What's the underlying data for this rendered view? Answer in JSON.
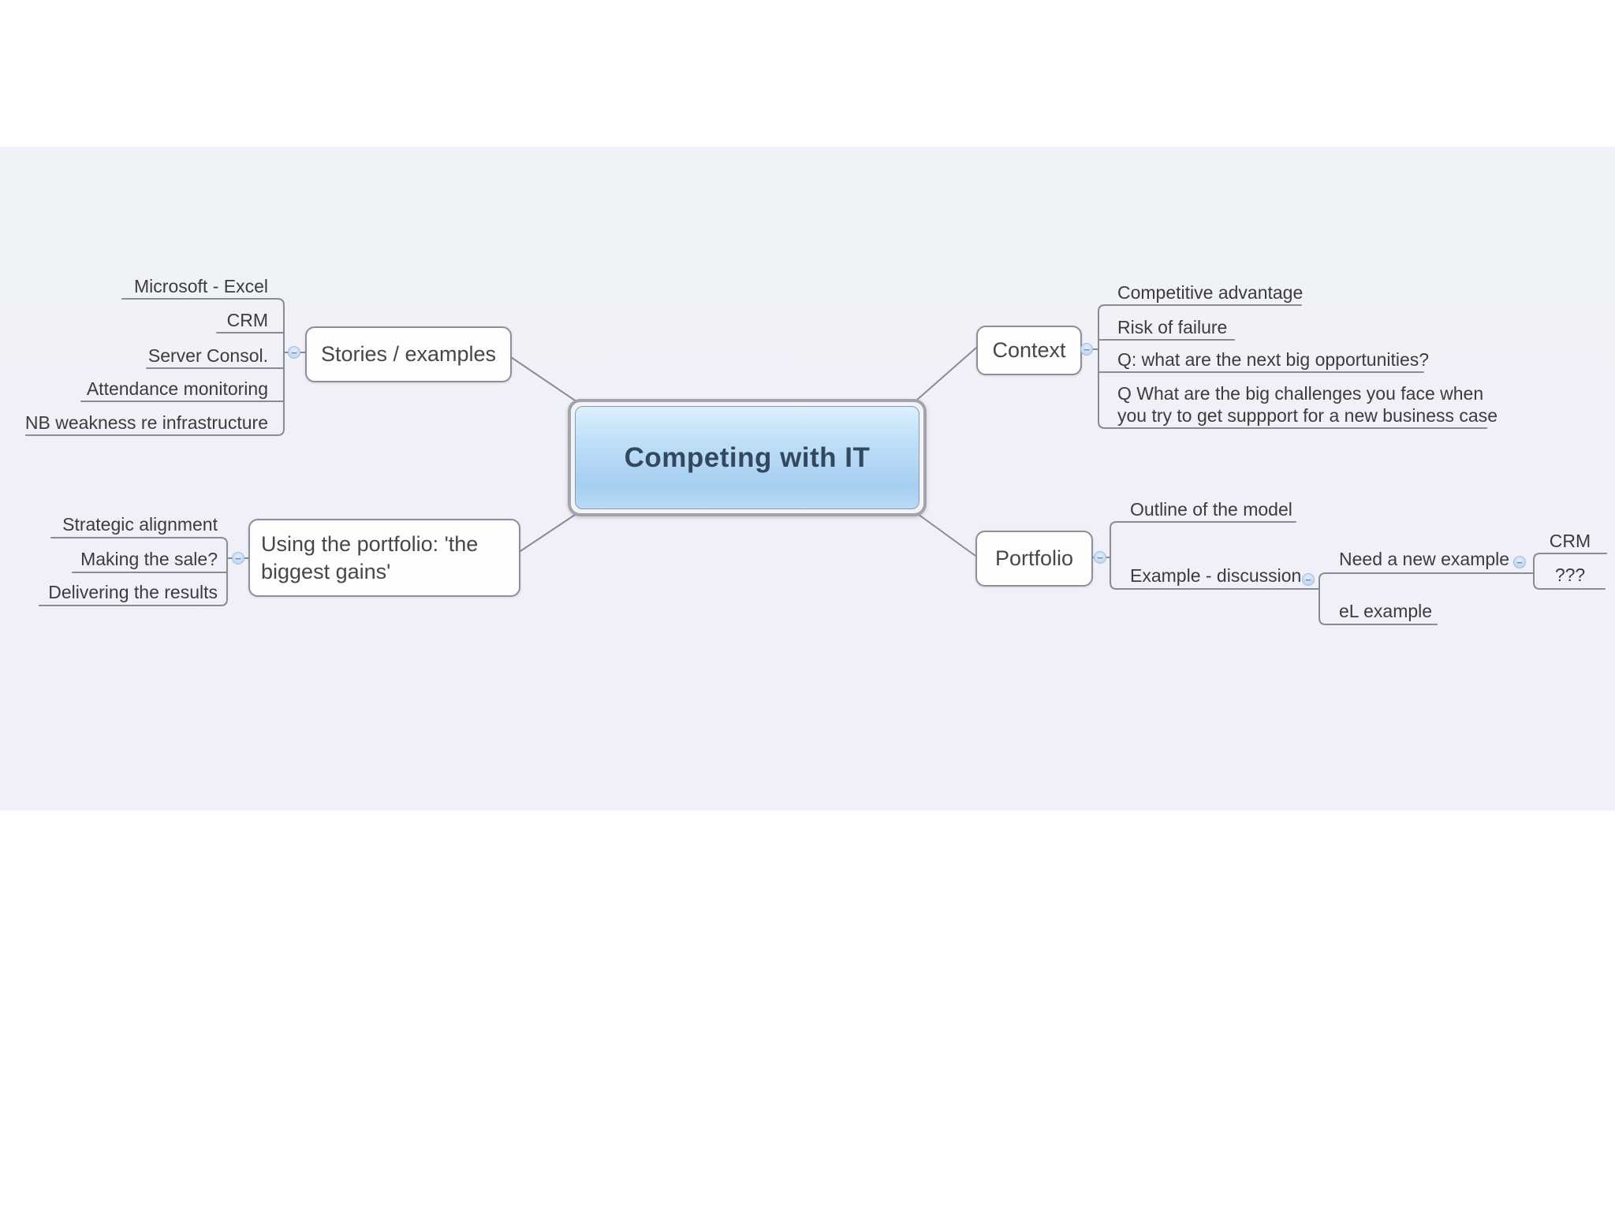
{
  "ui": {
    "collapse_glyph": "−",
    "colors": {
      "page_bg": "#ffffff",
      "canvas_bg_top": "#eff2f7",
      "canvas_bg_bottom": "#f2f0fa",
      "connector_line": "#8b8b94",
      "topic_border": "#8e8e97",
      "topic_text": "#474747",
      "subtopic_text": "#3c3c3c",
      "root_fill_top": "#ddeffc",
      "root_fill_bottom": "#a6cef1",
      "root_text": "#33485f",
      "collapse_fill": "#cbdcf2",
      "collapse_border": "#a0bde0"
    }
  },
  "root": {
    "label": "Competing with IT"
  },
  "branches": {
    "stories": {
      "label": "Stories / examples",
      "children": [
        {
          "label": "Microsoft - Excel"
        },
        {
          "label": "CRM"
        },
        {
          "label": "Server Consol."
        },
        {
          "label": "Attendance monitoring"
        },
        {
          "label": "NB weakness re infrastructure"
        }
      ]
    },
    "context": {
      "label": "Context",
      "children": [
        {
          "label": "Competitive advantage"
        },
        {
          "label": "Risk of failure"
        },
        {
          "label": "Q: what are the next big opportunities?"
        },
        {
          "label": "Q What are the big challenges you face when you try to get suppport for a new business case"
        }
      ]
    },
    "using_portfolio": {
      "label": "Using the portfolio: 'the biggest gains'",
      "children": [
        {
          "label": "Strategic alignment"
        },
        {
          "label": "Making the sale?"
        },
        {
          "label": "Delivering the results"
        }
      ]
    },
    "portfolio": {
      "label": "Portfolio",
      "children": [
        {
          "label": "Outline of the model"
        },
        {
          "label": "Example - discussion",
          "children": [
            {
              "label": "Need a new example",
              "children": [
                {
                  "label": "CRM"
                },
                {
                  "label": "???"
                }
              ]
            },
            {
              "label": "eL example"
            }
          ]
        }
      ]
    }
  }
}
